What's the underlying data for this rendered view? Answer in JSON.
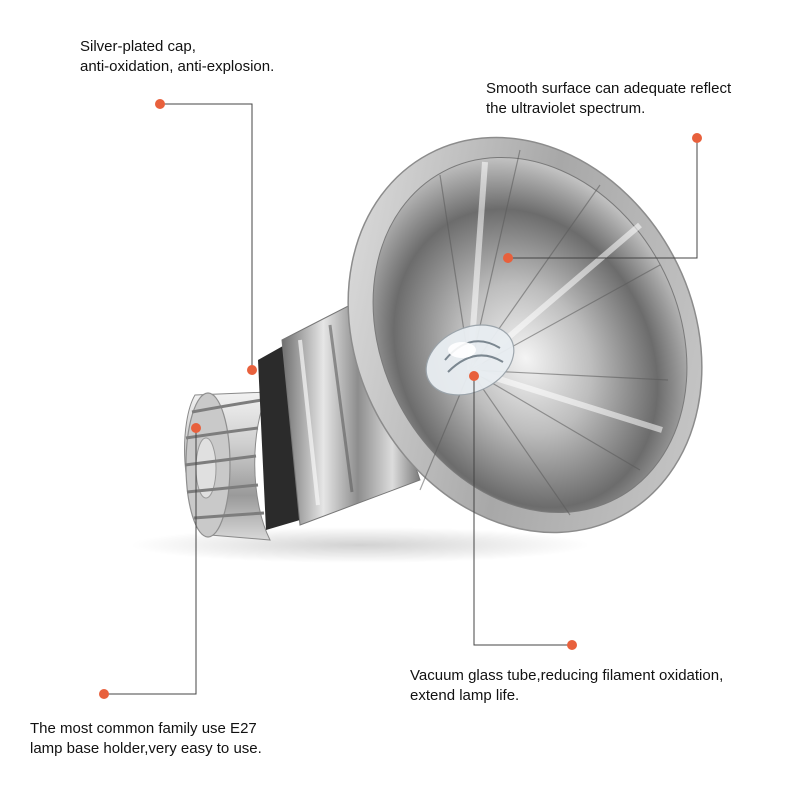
{
  "accent_color": "#e8603c",
  "line_color": "#444444",
  "callouts": {
    "cap": {
      "line1": "Silver-plated cap,",
      "line2": "anti-oxidation, anti-explosion."
    },
    "surface": {
      "line1": "Smooth surface can adequate reflect",
      "line2": "the ultraviolet spectrum."
    },
    "vacuum": {
      "line1": "Vacuum glass tube,reducing filament oxidation,",
      "line2": "extend lamp life."
    },
    "base": {
      "line1": "The most common family use E27",
      "line2": "lamp base holder,very easy to use."
    }
  }
}
